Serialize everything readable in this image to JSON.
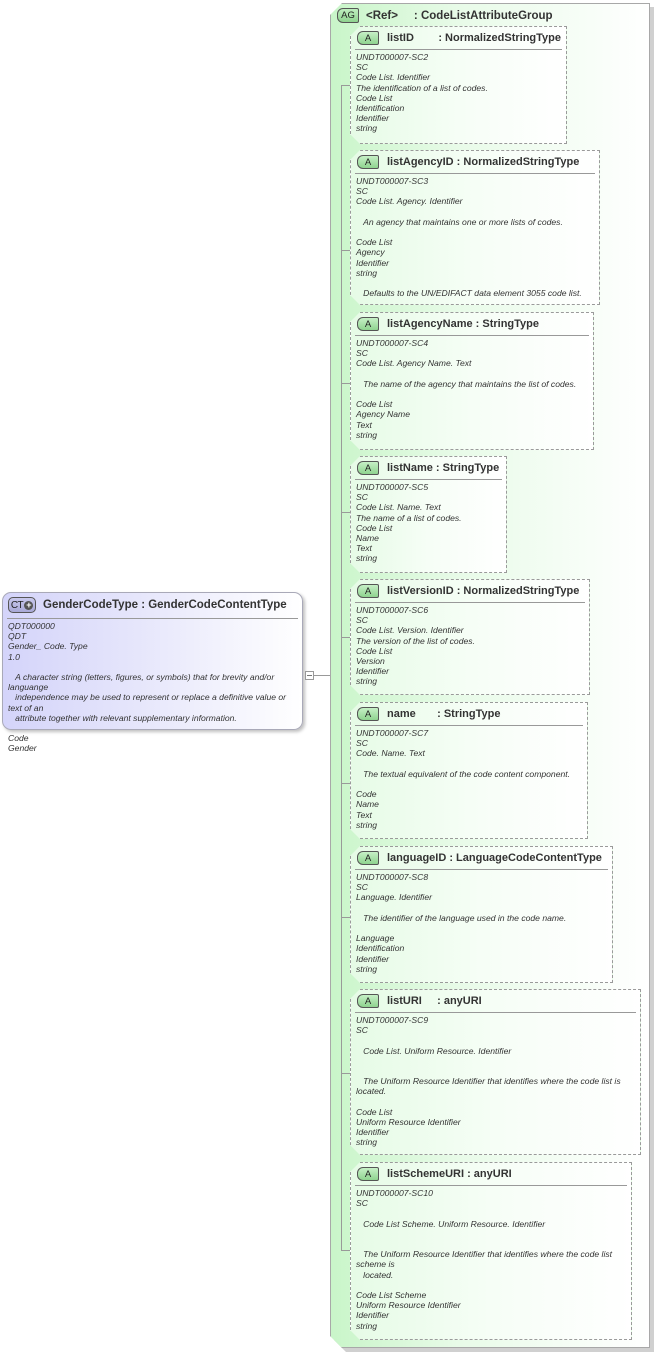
{
  "complex_type": {
    "badge": "CT",
    "title": "GenderCodeType : GenderCodeContentType",
    "body": "QDT000000\nQDT\nGender_ Code. Type\n1.0\n\n   A character string (letters, figures, or symbols) that for brevity and/or\nlanguange\n   independence may be used to represent or replace a definitive value or\ntext of an\n   attribute together with relevant supplementary information.\n\nCode\nGender"
  },
  "attribute_group": {
    "badge": "AG",
    "title": "<Ref>     : CodeListAttributeGroup",
    "attributes": [
      {
        "badge": "A",
        "title": "listID        : NormalizedStringType",
        "body": "UNDT000007-SC2\nSC\nCode List. Identifier\nThe identification of a list of codes.\nCode List\nIdentification\nIdentifier\nstring"
      },
      {
        "badge": "A",
        "title": "listAgencyID : NormalizedStringType",
        "body": "UNDT000007-SC3\nSC\nCode List. Agency. Identifier\n\n   An agency that maintains one or more lists of codes.\n\nCode List\nAgency\nIdentifier\nstring\n\n   Defaults to the UN/EDIFACT data element 3055 code list."
      },
      {
        "badge": "A",
        "title": "listAgencyName : StringType",
        "body": "UNDT000007-SC4\nSC\nCode List. Agency Name. Text\n\n   The name of the agency that maintains the list of codes.\n\nCode List\nAgency Name\nText\nstring"
      },
      {
        "badge": "A",
        "title": "listName : StringType",
        "body": "UNDT000007-SC5\nSC\nCode List. Name. Text\nThe name of a list of codes.\nCode List\nName\nText\nstring"
      },
      {
        "badge": "A",
        "title": "listVersionID : NormalizedStringType",
        "body": "UNDT000007-SC6\nSC\nCode List. Version. Identifier\nThe version of the list of codes.\nCode List\nVersion\nIdentifier\nstring"
      },
      {
        "badge": "A",
        "title": "name       : StringType",
        "body": "UNDT000007-SC7\nSC\nCode. Name. Text\n\n   The textual equivalent of the code content component.\n\nCode\nName\nText\nstring"
      },
      {
        "badge": "A",
        "title": "languageID : LanguageCodeContentType",
        "body": "UNDT000007-SC8\nSC\nLanguage. Identifier\n\n   The identifier of the language used in the code name.\n\nLanguage\nIdentification\nIdentifier\nstring"
      },
      {
        "badge": "A",
        "title": "listURI     : anyURI",
        "body": "UNDT000007-SC9\nSC\n\n   Code List. Uniform Resource. Identifier\n\n\n   The Uniform Resource Identifier that identifies where the code list is\nlocated.\n\nCode List\nUniform Resource Identifier\nIdentifier\nstring"
      },
      {
        "badge": "A",
        "title": "listSchemeURI : anyURI",
        "body": "UNDT000007-SC10\nSC\n\n   Code List Scheme. Uniform Resource. Identifier\n\n\n   The Uniform Resource Identifier that identifies where the code list\nscheme is\n   located.\n\nCode List Scheme\nUniform Resource Identifier\nIdentifier\nstring"
      }
    ]
  }
}
